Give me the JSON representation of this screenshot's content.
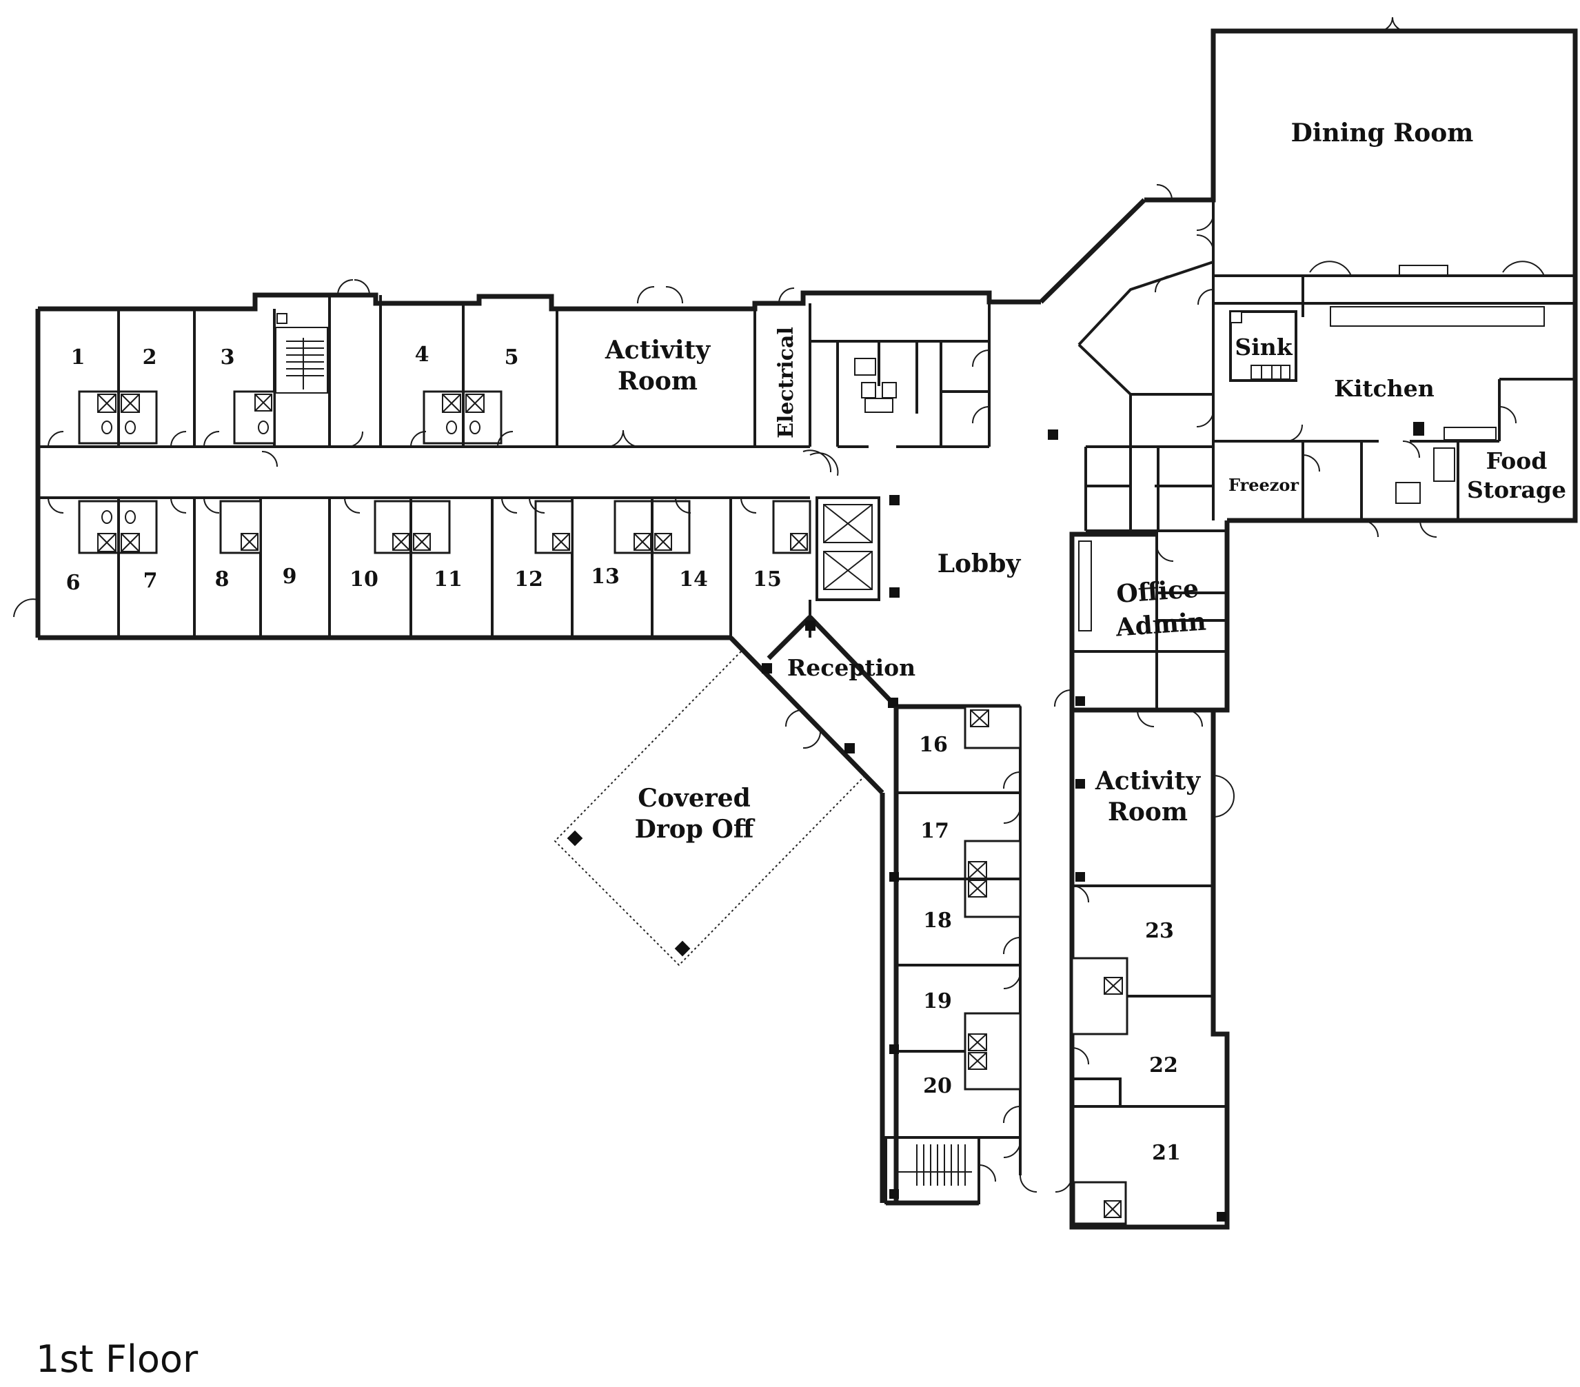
{
  "floor_title": "1st Floor",
  "rooms": {
    "dining_room": "Dining Room",
    "kitchen": "Kitchen",
    "sink": "Sink",
    "freezor": "Freezor",
    "food": "Food",
    "storage": "Storage",
    "activity_top_1": "Activity",
    "activity_top_2": "Room",
    "electrical": "Electrical",
    "lobby": "Lobby",
    "office": "Office",
    "admin": "Admin",
    "reception": "Reception",
    "covered": "Covered",
    "drop_off": "Drop Off",
    "activity_east_1": "Activity",
    "activity_east_2": "Room"
  },
  "unit_numbers": [
    "1",
    "2",
    "3",
    "4",
    "5",
    "6",
    "7",
    "8",
    "9",
    "10",
    "11",
    "12",
    "13",
    "14",
    "15",
    "16",
    "17",
    "18",
    "19",
    "20",
    "21",
    "22",
    "23"
  ]
}
